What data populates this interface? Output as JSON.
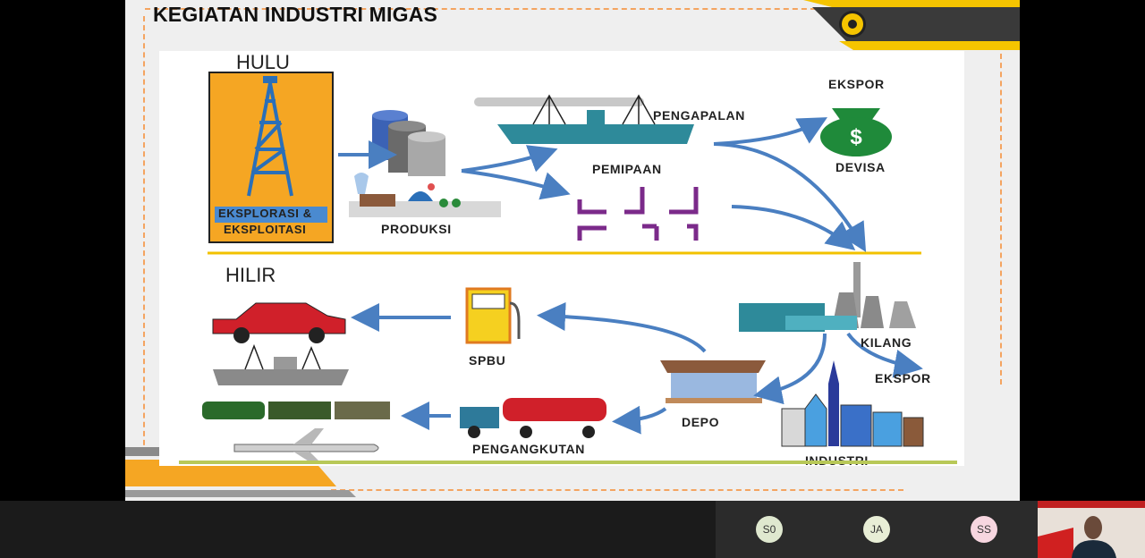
{
  "slide": {
    "title": "KEGIATAN INDUSTRI MIGAS",
    "hulu": "HULU",
    "hilir": "HILIR",
    "labels": {
      "eksplorasi_1": "EKSPLORASI &",
      "eksplorasi_2": "EKSPLOITASI",
      "produksi": "PRODUKSI",
      "pengapalan": "PENGAPALAN",
      "pemipaan": "PEMIPAAN",
      "ekspor_top": "EKSPOR",
      "devisa": "DEVISA",
      "kilang": "KILANG",
      "ekspor_bottom": "EKSPOR",
      "industri": "INDUSTRI",
      "depo": "DEPO",
      "spbu": "SPBU",
      "pengangkutan": "PENGANGKUTAN"
    },
    "colors": {
      "accent_orange": "#f5a623",
      "arrow_blue": "#4a7fc1",
      "divider_yellow": "#f2c200",
      "pipe_purple": "#7b2a8a"
    }
  },
  "meeting": {
    "participants": [
      {
        "initials": "S0",
        "color": "#dfe8cf"
      },
      {
        "initials": "JA",
        "color": "#e8eed6"
      },
      {
        "initials": "SS",
        "color": "#f7d6e0"
      }
    ]
  }
}
